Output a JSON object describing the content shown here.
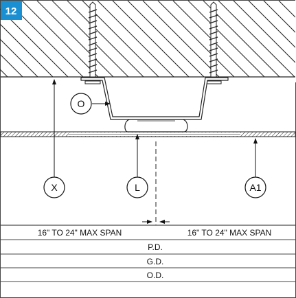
{
  "figure": {
    "number": "12",
    "badge_color": "#1a8fd1",
    "callouts": {
      "o": "O",
      "x": "X",
      "l": "L",
      "a1": "A1"
    },
    "span_left": "16\" TO 24\" MAX SPAN",
    "span_right": "16\" TO 24\" MAX SPAN",
    "rows": [
      "P.D.",
      "G.D.",
      "O.D."
    ]
  }
}
